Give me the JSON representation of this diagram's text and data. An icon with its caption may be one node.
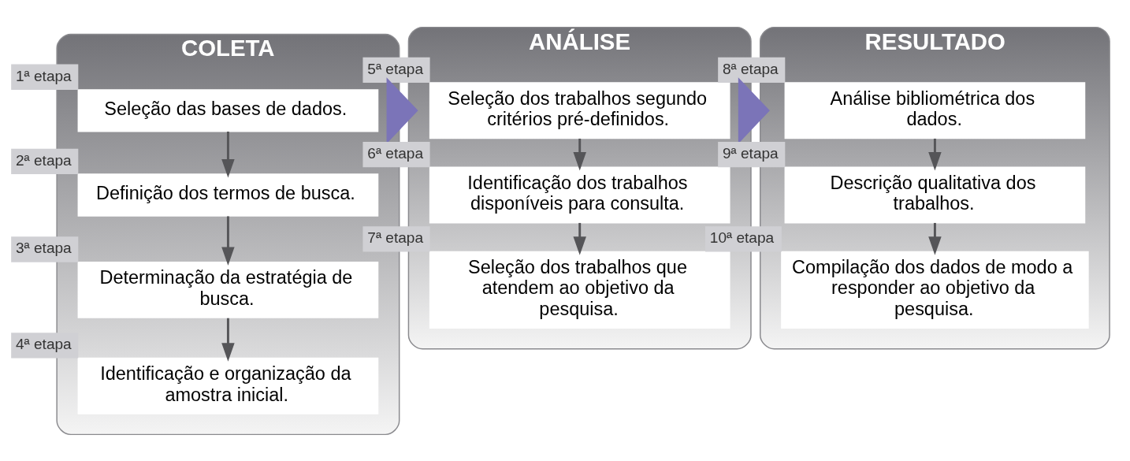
{
  "diagram": {
    "nodes": [
      {
        "text": [
          "COLETA"
        ]
      },
      {
        "text": [
          "Seleção das bases de dados."
        ],
        "in": 0,
        "beside": [
          "1ª etapa"
        ]
      },
      {
        "text": [
          "Definição dos termos de busca."
        ],
        "in": 0,
        "beside": [
          "2ª etapa"
        ]
      },
      {
        "text": [
          "Determinação da estratégia de busca."
        ],
        "in": 0,
        "beside": [
          "3ª etapa"
        ]
      },
      {
        "text": [
          "Identificação e organização da amostra inicial."
        ],
        "in": 0,
        "beside": [
          "4ª etapa"
        ]
      },
      {
        "text": [
          "ANÁLISE"
        ]
      },
      {
        "text": [
          "Seleção dos trabalhos segundo critérios pré-definidos."
        ],
        "in": 5,
        "beside": [
          "5ª etapa"
        ]
      },
      {
        "text": [
          "Identificação dos trabalhos disponíveis para consulta."
        ],
        "in": 5,
        "beside": [
          "6ª etapa"
        ]
      },
      {
        "text": [
          "Seleção dos trabalhos que atendem ao objetivo da pesquisa."
        ],
        "in": 5,
        "beside": [
          "7ª etapa"
        ]
      },
      {
        "text": [
          "RESULTADO"
        ]
      },
      {
        "text": [
          "Análise bibliométrica dos dados."
        ],
        "in": 9,
        "beside": [
          "8ª etapa"
        ]
      },
      {
        "text": [
          "Descrição qualitativa dos trabalhos."
        ],
        "in": 9,
        "beside": [
          "9ª etapa"
        ]
      },
      {
        "text": [
          "Compilação dos dados de modo a responder ao objetivo da pesquisa."
        ],
        "in": 9,
        "beside": [
          "10ª etapa"
        ]
      }
    ],
    "edges": [
      {
        "from": 1,
        "to": 2,
        "arrow": "to"
      },
      {
        "from": 2,
        "to": 3,
        "arrow": "to"
      },
      {
        "from": 3,
        "to": 4,
        "arrow": "to"
      },
      {
        "from": 6,
        "to": 7,
        "arrow": "to"
      },
      {
        "from": 7,
        "to": 8,
        "arrow": "to"
      },
      {
        "from": 10,
        "to": 11,
        "arrow": "to"
      },
      {
        "from": 11,
        "to": 12,
        "arrow": "to"
      },
      {
        "from": 0,
        "to": 5,
        "arrow": "to",
        "style": "thick",
        "color": "#7b74b8"
      },
      {
        "from": 5,
        "to": 9,
        "arrow": "to",
        "style": "thick",
        "color": "#7b74b8"
      }
    ]
  }
}
